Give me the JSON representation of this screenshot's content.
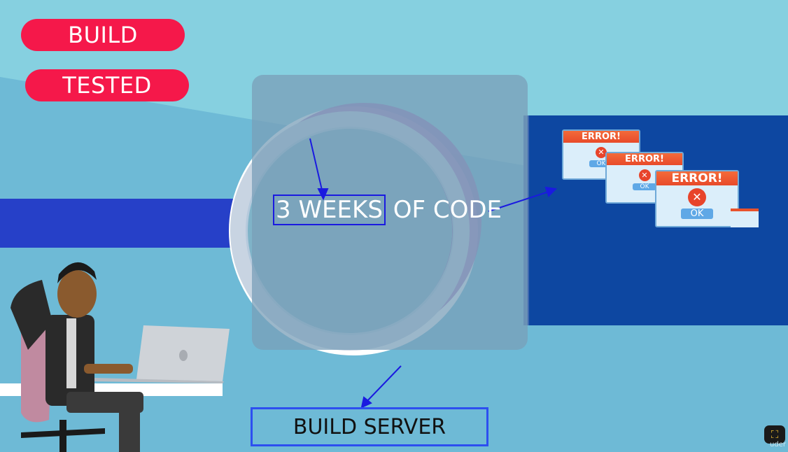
{
  "labels": {
    "build": "BUILD",
    "tested": "TESTED",
    "code_prefix": "3 WEEKS",
    "code_suffix": " OF CODE",
    "server": "BUILD SERVER"
  },
  "errors": [
    {
      "title": "ERROR!",
      "ok": "OK"
    },
    {
      "title": "ERROR!",
      "ok": "OK"
    },
    {
      "title": "ERROR!",
      "ok": "OK"
    }
  ],
  "watermark": "uder",
  "colors": {
    "background": "#7ec8dc",
    "pill": "#f5184a",
    "server_border": "#2d4ff0",
    "dark_panel": "#0d47a1"
  },
  "icons": [
    "arrow-icon",
    "error-x-icon",
    "laptop-icon",
    "expand-icon"
  ]
}
